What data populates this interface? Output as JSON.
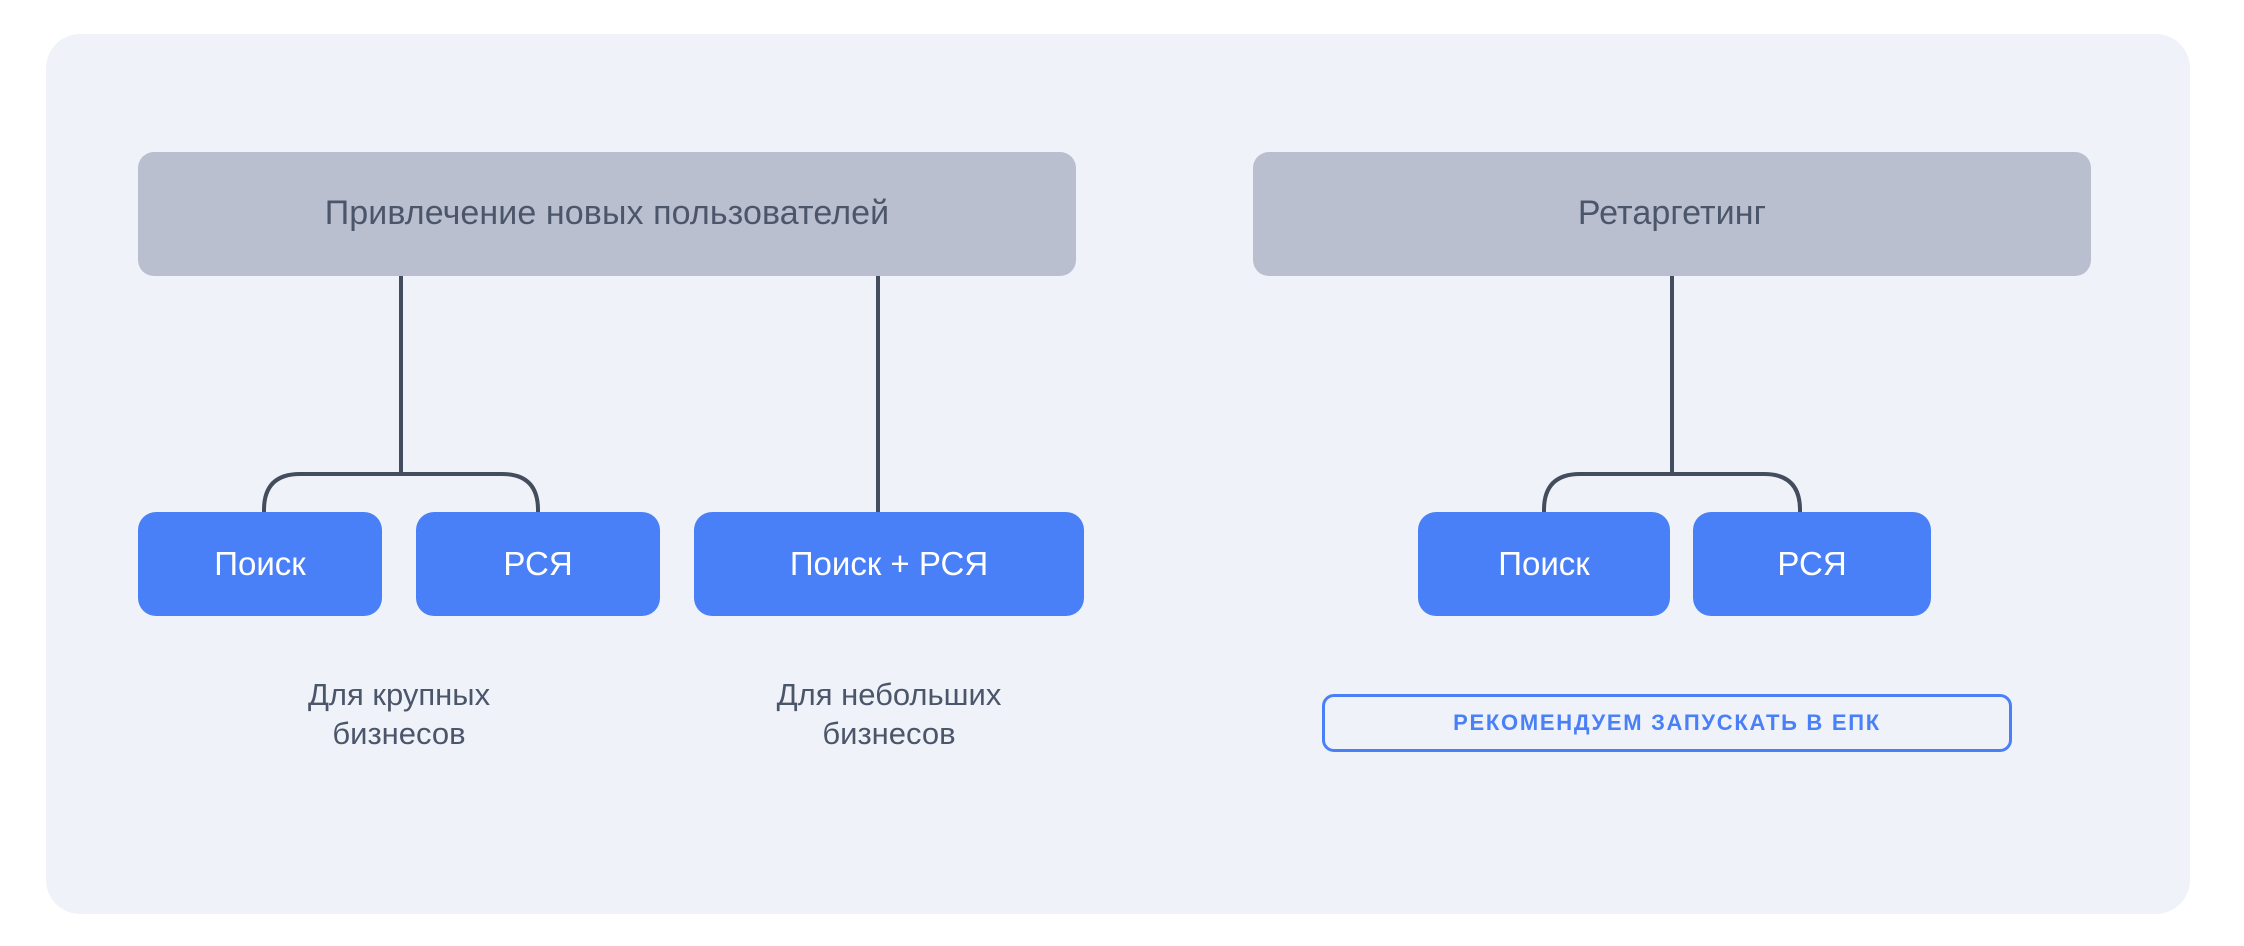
{
  "card": {
    "background": "#eff3f9",
    "page_background": "#ffffff"
  },
  "colors": {
    "group_header_bg": "#b9bfcf",
    "group_header_text": "#4c566b",
    "node_bg": "#4a80f7",
    "node_text": "#ffffff",
    "caption_text": "#4c566b",
    "connector_line": "#434d5e",
    "badge_border": "#4a80f7",
    "badge_text": "#4a80f7"
  },
  "groups": [
    {
      "id": "acquisition",
      "header": "Привлечение новых пользователей",
      "branches": [
        {
          "id": "large-business",
          "nodes": [
            "Поиск",
            "РСЯ"
          ],
          "caption": "Для крупных\nбизнесов"
        },
        {
          "id": "small-business",
          "nodes": [
            "Поиск + РСЯ"
          ],
          "caption": "Для небольших\nбизнесов"
        }
      ]
    },
    {
      "id": "retargeting",
      "header": "Ретаргетинг",
      "branches": [
        {
          "id": "retargeting-channels",
          "nodes": [
            "Поиск",
            "РСЯ"
          ],
          "badge": "РЕКОМЕНДУЕМ ЗАПУСКАТЬ В ЕПК"
        }
      ]
    }
  ],
  "nodes": {
    "acq_search": "Поиск",
    "acq_rsya": "РСЯ",
    "acq_search_plus_rsya": "Поиск + РСЯ",
    "ret_search": "Поиск",
    "ret_rsya": "РСЯ"
  },
  "captions": {
    "large_business": "Для крупных\nбизнесов",
    "small_business": "Для небольших\nбизнесов"
  },
  "badge": {
    "label": "РЕКОМЕНДУЕМ ЗАПУСКАТЬ В ЕПК"
  },
  "headers": {
    "acquisition": "Привлечение новых пользователей",
    "retargeting": "Ретаргетинг"
  }
}
